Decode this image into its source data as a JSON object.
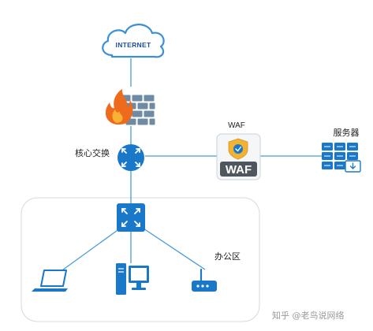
{
  "diagram": {
    "internet_label": "INTERNET",
    "core_switch_label": "核心交换",
    "waf_top_label": "WAF",
    "waf_device_label": "WAF",
    "servers_label": "服务器",
    "office_zone_label": "办公区",
    "watermark": "知乎 @老鸟说网络"
  },
  "colors": {
    "accent_blue": "#1a78c8",
    "line_blue": "#4a9ad8",
    "firewall_orange": "#ee6a1c",
    "firewall_grey": "#6f8aa3",
    "zone_border": "#d8d8d8",
    "waf_gold": "#f2b233"
  }
}
